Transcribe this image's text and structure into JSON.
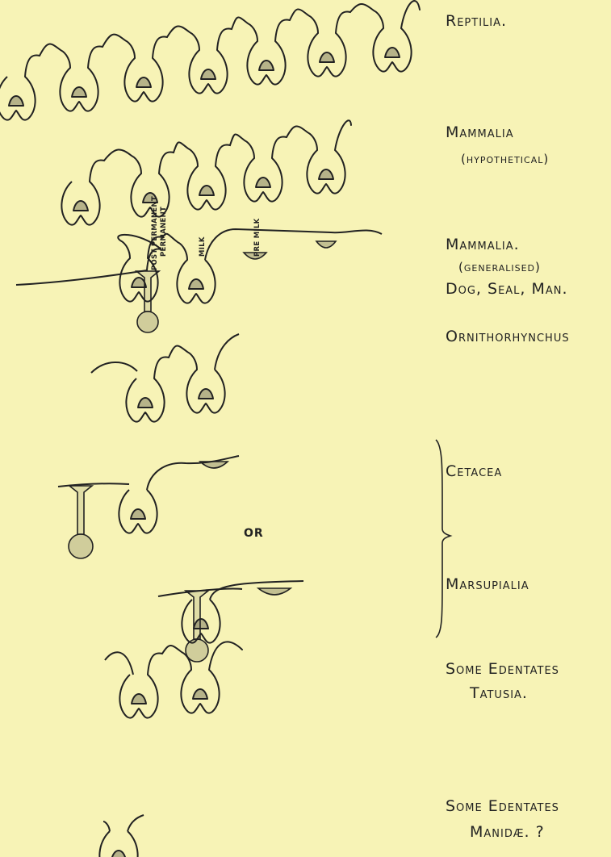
{
  "colors": {
    "background": "#f7f3b6",
    "ink": "#222222"
  },
  "groups": {
    "reptilia": {
      "label": "Reptilia."
    },
    "mammalia_hypothetical": {
      "label": "Mammalia",
      "note": "(hypothetical)"
    },
    "mammalia_generalised": {
      "label": "Mammalia.",
      "note": "(generalised)",
      "examples": "Dog, Seal, Man.",
      "dentitions": {
        "post_permanent": "POST PERMANENT",
        "permanent": "PERMANENT",
        "milk": "MILK",
        "pre_milk": "PRE MILK"
      }
    },
    "ornithorhynchus": {
      "label": "Ornithorhynchus"
    },
    "cetacea": {
      "label": "Cetacea"
    },
    "or_word": "OR",
    "marsupialia": {
      "label": "Marsupialia"
    },
    "edentates_tatusia": {
      "label": "Some Edentates",
      "note": "Tatusia."
    },
    "edentates_manidae": {
      "label": "Some Edentates",
      "note": "Manidæ. ?"
    }
  }
}
